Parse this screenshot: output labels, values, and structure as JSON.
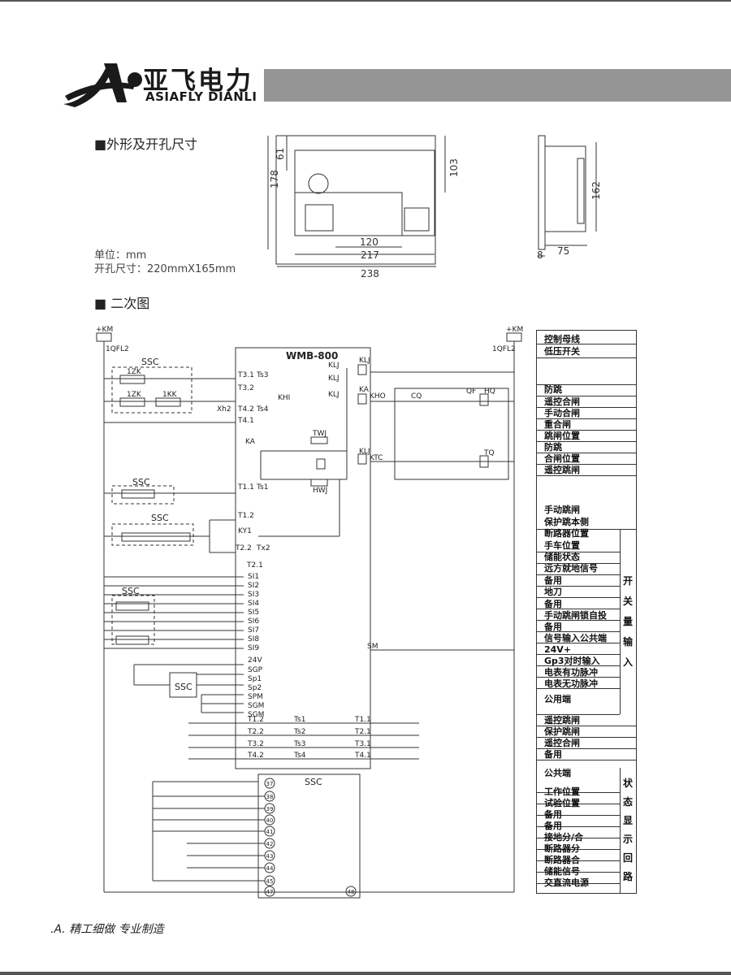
{
  "brand": {
    "name_cn": "亚飞电力",
    "name_en": "ASIAFLY DIANLI",
    "logo_icon": "asiafly-a-logo",
    "accent_color": "#959595"
  },
  "sections": {
    "dimensions_title": "■外形及开孔尺寸",
    "secondary_title": "■ 二次图"
  },
  "dimension_notes": {
    "unit": "单位：mm",
    "cutout": "开孔尺寸：220mmX165mm"
  },
  "dimensions": {
    "front": {
      "d61": "61",
      "d178": "178",
      "d103": "103",
      "d120": "120",
      "d217": "217",
      "d238": "238"
    },
    "side": {
      "d162": "162",
      "d75": "75",
      "d8": "8"
    }
  },
  "diagram": {
    "device": "WMB-800",
    "supply_left": "+KM",
    "supply_right": "+KM",
    "breaker_left": "1QFL2",
    "breaker_right": "1QFL2",
    "ssc": "SSC",
    "contacts_top": [
      "1ZK",
      "1ZK",
      "1KK"
    ],
    "terminals_left": [
      "T3.1",
      "Ts3",
      "T3.2",
      "Xh2",
      "T4.2",
      "Ts4",
      "T4.1",
      "KHI",
      "KA",
      "T1.1",
      "Ts1",
      "T1.2",
      "KY1",
      "T2.2",
      "Tx2",
      "T2.1"
    ],
    "relays": [
      "KLJ",
      "KLJ",
      "KLJ",
      "KLJ",
      "KA",
      "KHO",
      "TWJ",
      "HWJ",
      "KLJ",
      "KTC",
      "CQ",
      "QF",
      "HQ",
      "TQ"
    ],
    "switch_inputs": [
      "SI1",
      "SI2",
      "SI3",
      "SI4",
      "SI5",
      "SI6",
      "SI7",
      "SI8",
      "SI9"
    ],
    "power_terms": [
      "24V",
      "SGP",
      "Sp1",
      "Sp2",
      "SPM",
      "SGM",
      "SGM"
    ],
    "sm_label": "SM",
    "out_left": [
      "T1.2",
      "T2.2",
      "T3.2",
      "T4.2"
    ],
    "out_mid": [
      "Ts1",
      "Ts2",
      "Ts3",
      "Ts4"
    ],
    "out_right": [
      "T1.1",
      "T2.1",
      "T3.1",
      "T4.1"
    ],
    "ssc_terminals": [
      "37",
      "38",
      "39",
      "40",
      "41",
      "42",
      "43",
      "44",
      "45",
      "47"
    ],
    "ssc_terminal_right": "48"
  },
  "legend": {
    "rows": [
      "控制母线",
      "低压开关",
      "",
      "防跳",
      "遥控合闸",
      "手动合闸",
      "重合闸",
      "跳闸位置",
      "防跳",
      "合闸位置",
      "遥控跳闸",
      "",
      "手动跳闸",
      "保护跳本侧",
      "断路器位置",
      "手车位置",
      "储能状态",
      "远方就地信号",
      "备用",
      "地刀",
      "备用",
      "手动跳闸锁自投",
      "备用",
      "信号输入公共端",
      "24V+",
      "Gp3对时输入",
      "电表有功脉冲",
      "电表无功脉冲",
      "公用端",
      "遥控跳闸",
      "保护跳闸",
      "遥控合闸",
      "备用",
      "公共端",
      "工作位置",
      "试验位置",
      "备用",
      "备用",
      "接地分/合",
      "断路器分",
      "断路器合",
      "储能信号",
      "交直流电源"
    ],
    "group_switch": [
      "开",
      "关",
      "量",
      "输",
      "入"
    ],
    "group_status": [
      "状",
      "态",
      "显",
      "示",
      "回",
      "路"
    ]
  },
  "footer": {
    "slogan": ".A. 精工细做   专业制造"
  }
}
